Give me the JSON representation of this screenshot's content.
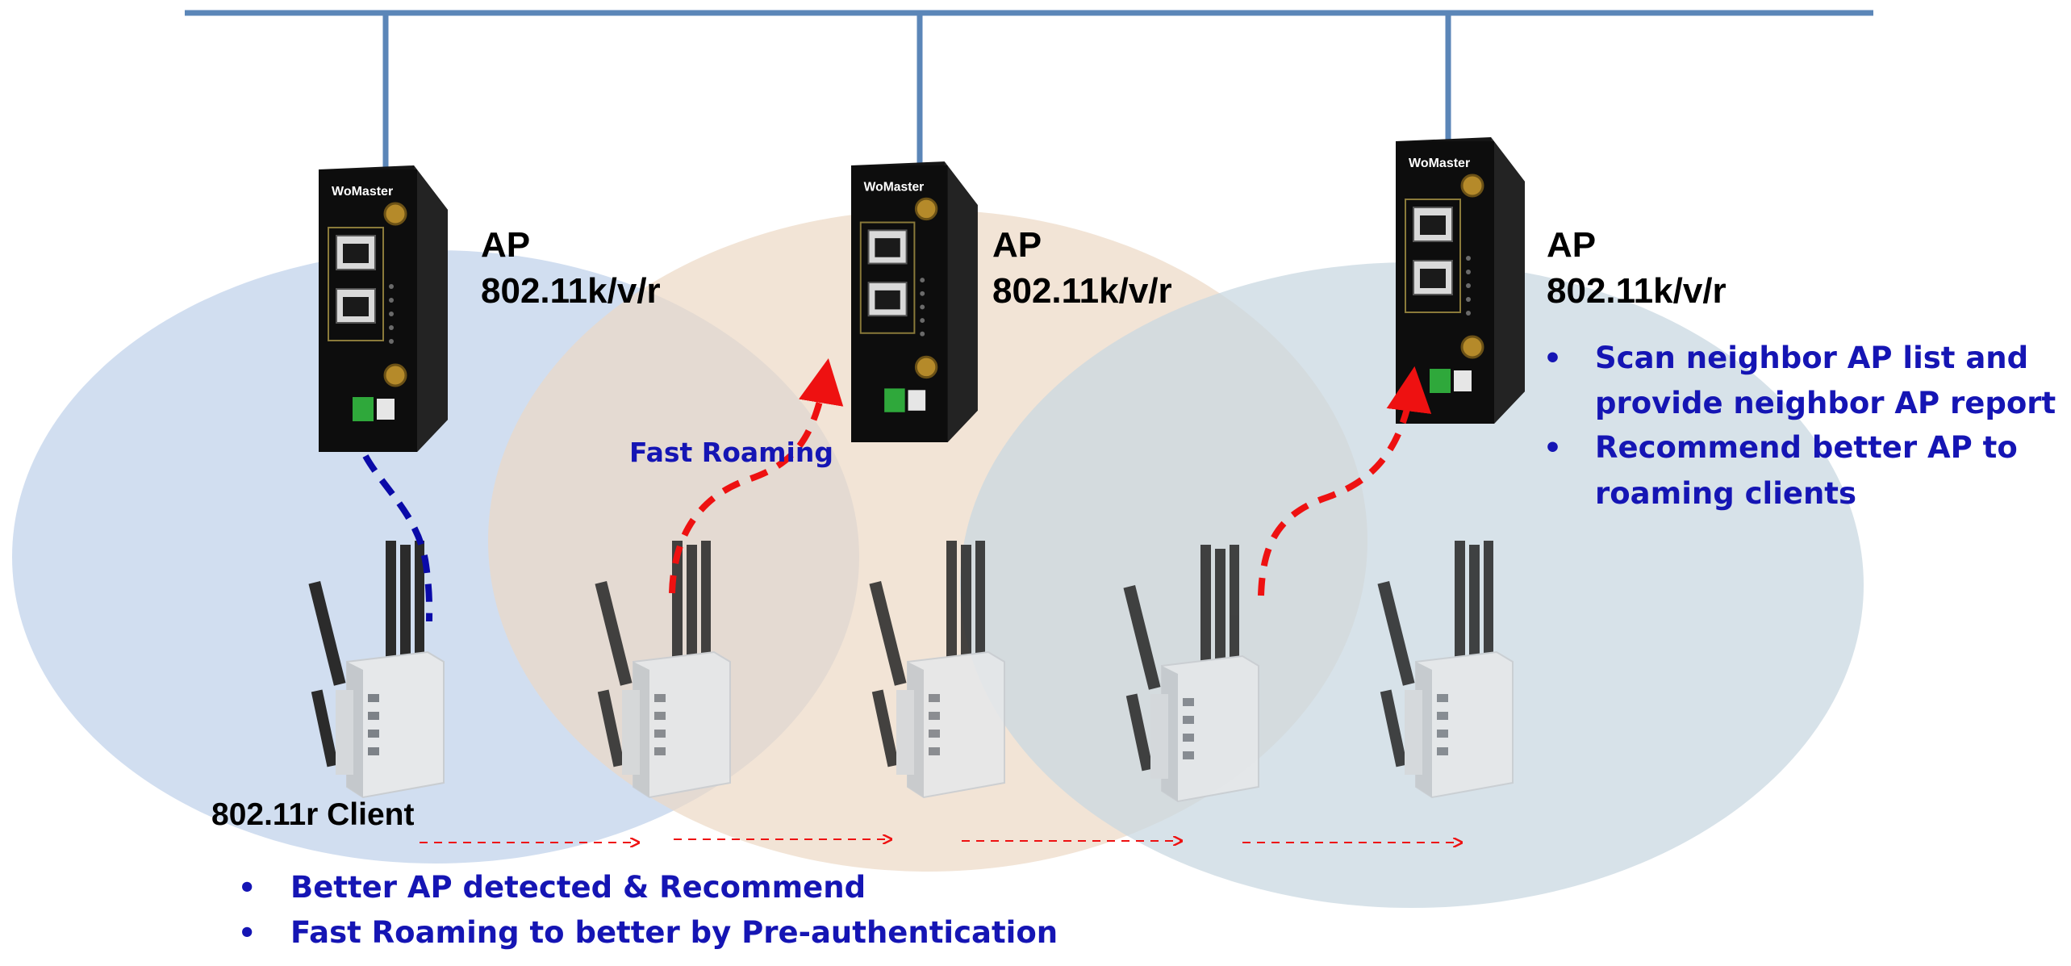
{
  "colors": {
    "backbone": "#5b86b8",
    "cell_left": "#c4d5ec",
    "cell_middle": "#ecd9c5",
    "cell_right": "#c8d7e0",
    "accent_text": "#1515b4",
    "roam_arrow": "#ee1111",
    "link_blue": "#0a0aa8",
    "device_body": "#151515",
    "client_body": "#e6e8ea"
  },
  "aps": [
    {
      "brand": "WoMaster",
      "title": "AP",
      "standards": "802.11k/v/r"
    },
    {
      "brand": "WoMaster",
      "title": "AP",
      "standards": "802.11k/v/r"
    },
    {
      "brand": "WoMaster",
      "title": "AP",
      "standards": "802.11k/v/r"
    }
  ],
  "ap_feature_bullets": [
    "Scan neighbor AP list and",
    "provide neighbor AP report",
    "Recommend better AP to",
    "roaming clients"
  ],
  "fast_roaming_label": "Fast Roaming",
  "client_label": "802.11r Client",
  "client_bullets": [
    "Better AP detected & Recommend",
    "Fast Roaming to better  by Pre-authentication"
  ],
  "bullet_glyph": "•"
}
